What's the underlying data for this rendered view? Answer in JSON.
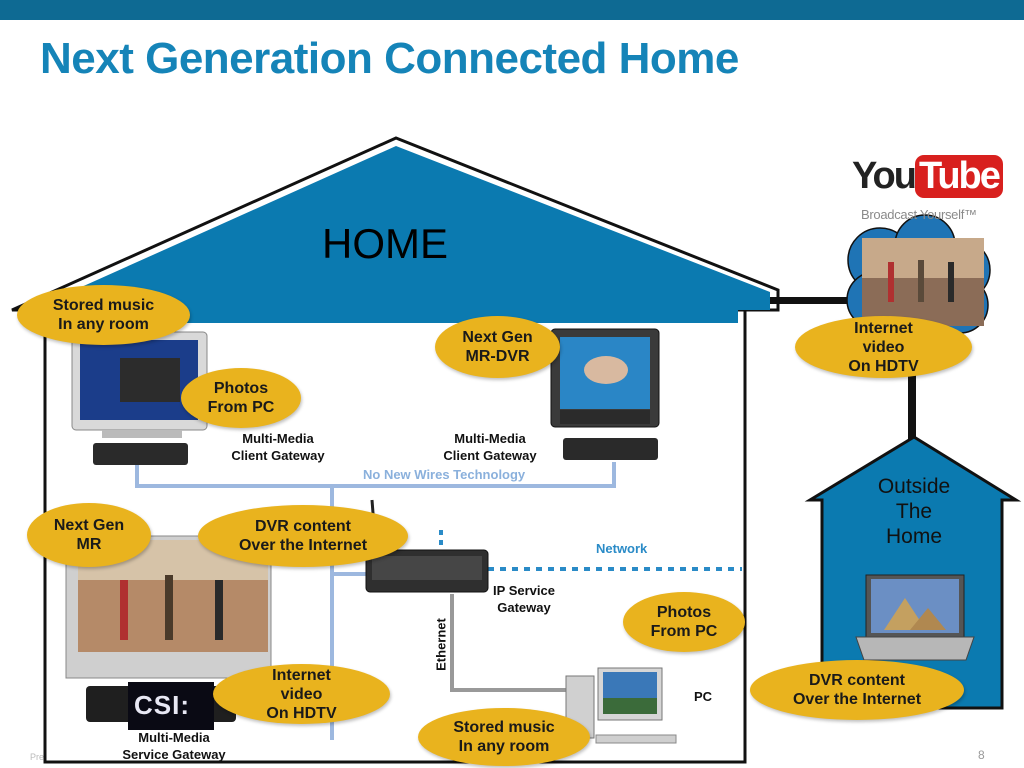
{
  "title": "Next Generation Connected Home",
  "home_label": "HOME",
  "outside_label": "Outside\nThe\nHome",
  "youtube": {
    "you": "You",
    "tube": "Tube",
    "tagline": "Broadcast Yourself™"
  },
  "bubbles": {
    "stored_music_top": "Stored music\nIn any room",
    "photos_pc_left": "Photos\nFrom PC",
    "next_gen_mrdvr_top": "Next Gen\nMR-DVR",
    "internet_video_right": "Internet\nvideo\nOn HDTV",
    "next_gen_mr_left": "Next Gen\nMR",
    "dvr_content_left": "DVR content\nOver the Internet",
    "internet_video_bottom": "Internet\nvideo\nOn HDTV",
    "stored_music_bottom": "Stored music\nIn any room",
    "photos_pc_right": "Photos\nFrom PC",
    "dvr_content_right": "DVR content\nOver the Internet"
  },
  "labels": {
    "client_gateway_1": "Multi-Media\nClient Gateway",
    "client_gateway_2": "Multi-Media\nClient Gateway",
    "no_new_wires": "No New Wires Technology",
    "network": "Network",
    "ip_gateway": "IP Service\nGateway",
    "ethernet": "Ethernet",
    "pc": "PC",
    "service_gateway": "Multi-Media\nService Gateway",
    "csi": "CSI:"
  },
  "footer": {
    "left": "Pre",
    "page": "8"
  },
  "colors": {
    "accent_blue": "#1584b8",
    "roof_blue": "#0b7ab0",
    "bubble_gold": "#e9b31e",
    "wire_blue": "#9db8df",
    "topbar": "#0e6a93"
  }
}
